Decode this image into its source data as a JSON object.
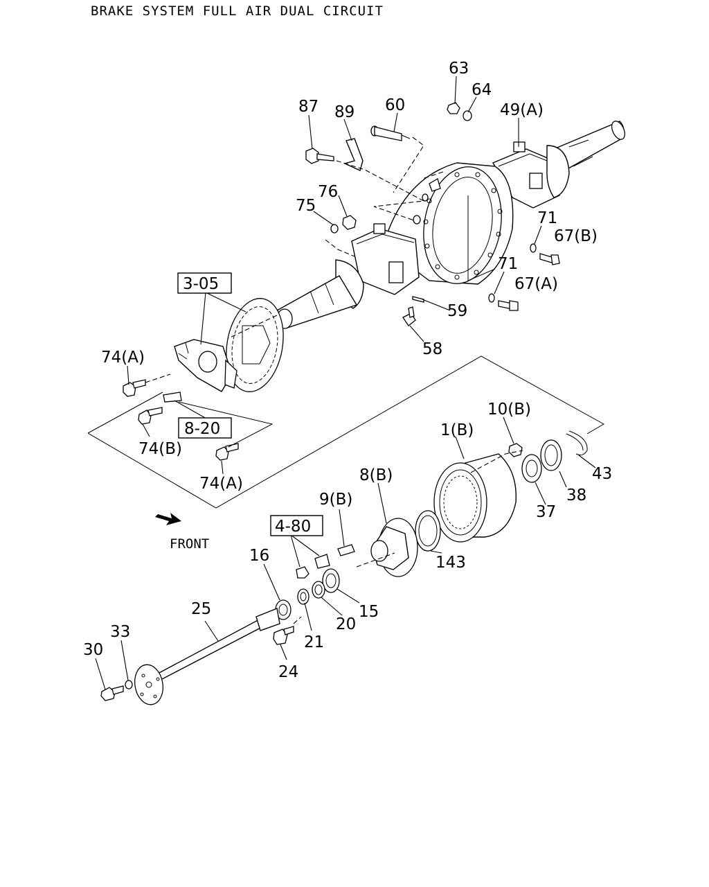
{
  "title": "BRAKE SYSTEM FULL AIR DUAL CIRCUIT",
  "direction_label": "FRONT",
  "reference_boxes": [
    "3-05",
    "8-20",
    "4-80"
  ],
  "callouts": {
    "c63": "63",
    "c64": "64",
    "c87": "87",
    "c89": "89",
    "c60": "60",
    "c49a": "49(A)",
    "c76": "76",
    "c75": "75",
    "c71a": "71",
    "c67b": "67(B)",
    "c71b": "71",
    "c67a": "67(A)",
    "c59": "59",
    "c58": "58",
    "c74a1": "74(A)",
    "c74b": "74(B)",
    "c74a2": "74(A)",
    "c10b": "10(B)",
    "c1b": "1(B)",
    "c43": "43",
    "c8b": "8(B)",
    "c9b": "9(B)",
    "c37": "37",
    "c38": "38",
    "c143": "143",
    "c16": "16",
    "c15": "15",
    "c20": "20",
    "c25": "25",
    "c21": "21",
    "c33": "33",
    "c30": "30",
    "c24": "24"
  }
}
